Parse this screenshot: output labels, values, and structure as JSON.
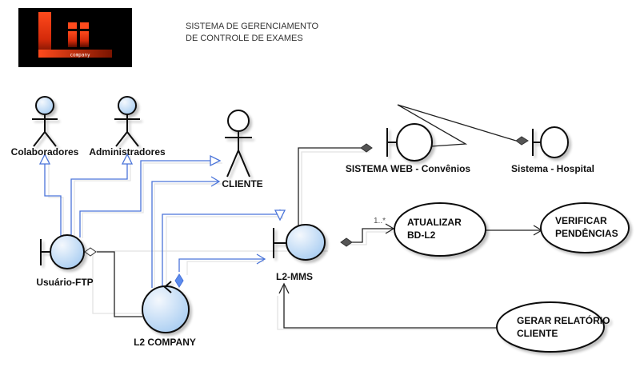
{
  "header": {
    "logo": {
      "main_mark": "Lii",
      "subtitle": "company",
      "colors": {
        "background": "#000000",
        "accent": "#e8360f"
      }
    },
    "title_line1": "SISTEMA DE GERENCIAMENTO",
    "title_line2": "DE CONTROLE DE EXAMES"
  },
  "actors": [
    {
      "id": "colaboradores",
      "label": "Colaboradores",
      "style": "filled"
    },
    {
      "id": "administradores",
      "label": "Administradores",
      "style": "filled"
    },
    {
      "id": "cliente",
      "label": "CLIENTE",
      "style": "outline"
    }
  ],
  "boundaries": [
    {
      "id": "sistema-web",
      "label": "SISTEMA WEB - Convênios",
      "style": "outline"
    },
    {
      "id": "sistema-hospital",
      "label": "Sistema - Hospital",
      "style": "outline"
    },
    {
      "id": "usuario-ftp",
      "label": "Usuário-FTP",
      "style": "filled"
    },
    {
      "id": "l2-mms",
      "label": "L2-MMS",
      "style": "filled"
    }
  ],
  "controls": [
    {
      "id": "l2-company",
      "label": "L2 COMPANY",
      "style": "filled"
    }
  ],
  "use_cases": [
    {
      "id": "atualizar",
      "line1": "ATUALIZAR",
      "line2": "BD-L2"
    },
    {
      "id": "verificar",
      "line1": "VERIFICAR",
      "line2": "PENDÊNCIAS"
    },
    {
      "id": "gerar",
      "line1": "GERAR RELATÓRIO",
      "line2": "CLIENTE"
    }
  ],
  "relations": [
    {
      "from": "usuario-ftp",
      "to": "colaboradores",
      "type": "generalization"
    },
    {
      "from": "usuario-ftp",
      "to": "administradores",
      "type": "generalization"
    },
    {
      "from": "usuario-ftp",
      "to": "cliente",
      "type": "generalization"
    },
    {
      "from": "l2-company",
      "to": "cliente",
      "type": "association"
    },
    {
      "from": "l2-company",
      "to": "l2-mms",
      "type": "generalization"
    },
    {
      "from": "l2-company",
      "to": "l2-mms",
      "type": "composition-association"
    },
    {
      "from": "usuario-ftp",
      "to": "l2-company",
      "type": "aggregation"
    },
    {
      "from": "l2-mms",
      "to": "sistema-web",
      "type": "composition"
    },
    {
      "from": "sistema-web",
      "to": "sistema-hospital",
      "type": "composition"
    },
    {
      "from": "l2-mms",
      "to": "atualizar",
      "type": "composition",
      "multiplicity": "1..*"
    },
    {
      "from": "atualizar",
      "to": "verificar",
      "type": "association"
    },
    {
      "from": "gerar",
      "to": "l2-mms",
      "type": "association"
    }
  ],
  "colors": {
    "entity_fill_light": "#eef5fd",
    "entity_fill_dark": "#a9cdf2",
    "generalization_line": "#4a74d9",
    "association_line": "#222222"
  }
}
